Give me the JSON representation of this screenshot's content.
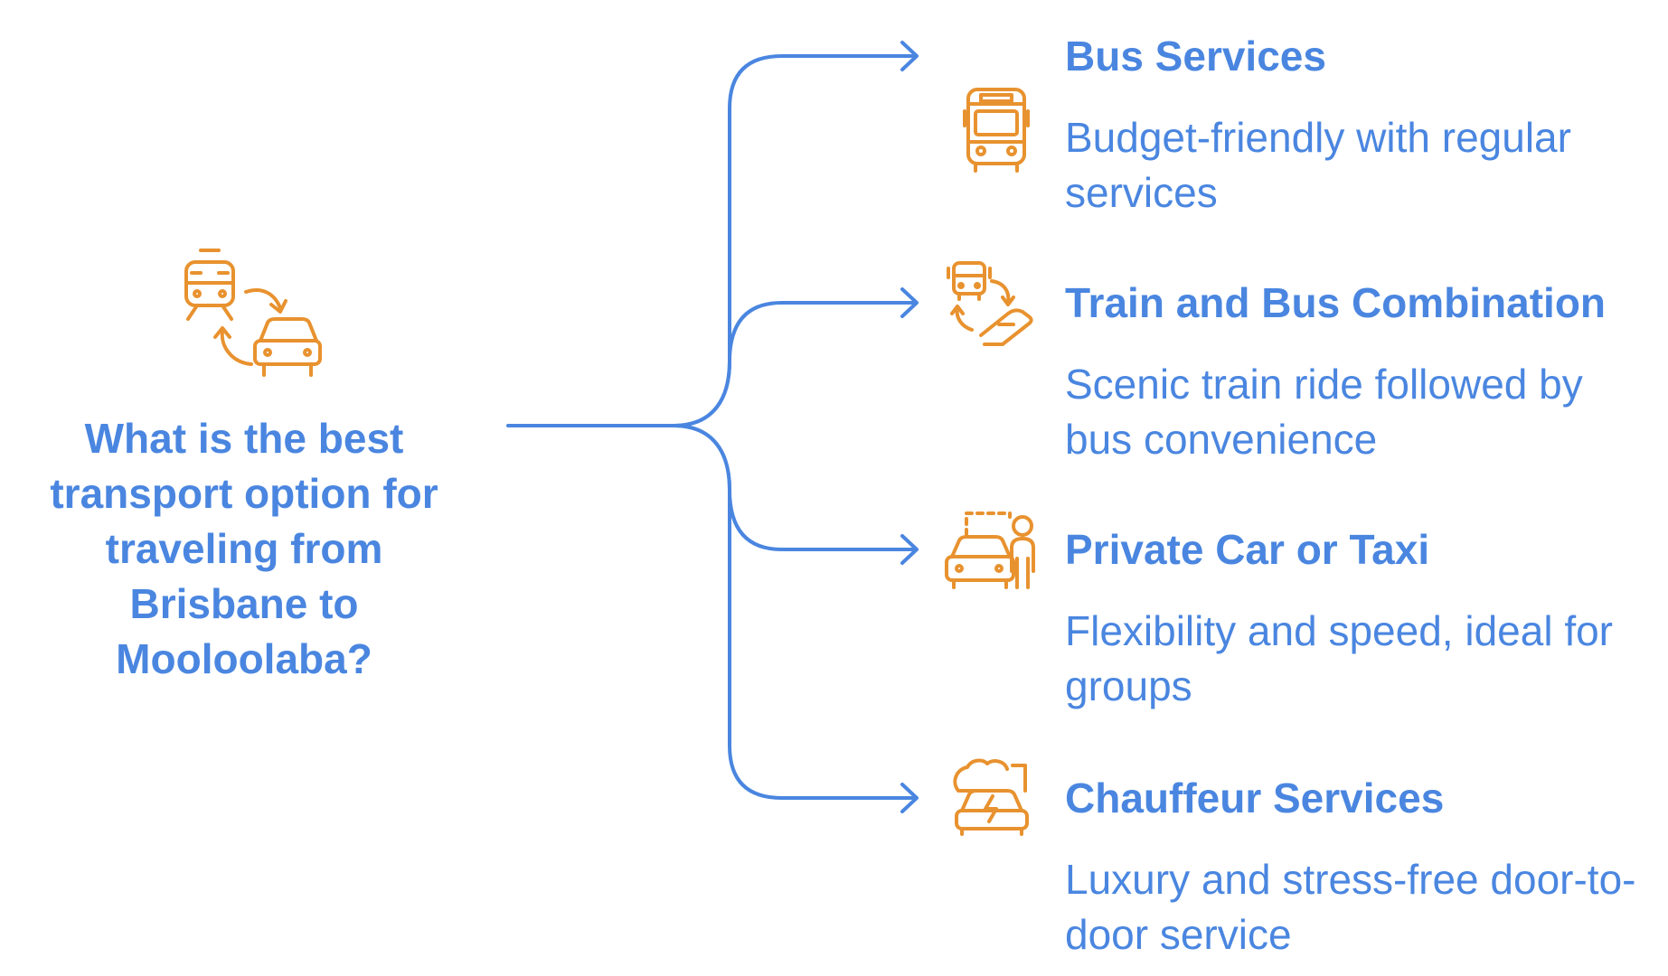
{
  "question": "What is the best transport option for traveling from Brisbane to Mooloolaba?",
  "root_icon": "train-car-swap-icon",
  "colors": {
    "text": "#4a86e0",
    "connector": "#4a86e0",
    "icon": "#e8922f"
  },
  "options": [
    {
      "title": "Bus Services",
      "description": "Budget-friendly with regular services",
      "icon": "bus-icon"
    },
    {
      "title": "Train and Bus Combination",
      "description": "Scenic train ride followed by bus convenience",
      "icon": "bus-transfer-icon"
    },
    {
      "title": "Private Car or Taxi",
      "description": "Flexibility and speed, ideal for groups",
      "icon": "car-person-icon"
    },
    {
      "title": "Chauffeur Services",
      "description": "Luxury and stress-free door-to-door service",
      "icon": "electric-car-icon"
    }
  ]
}
